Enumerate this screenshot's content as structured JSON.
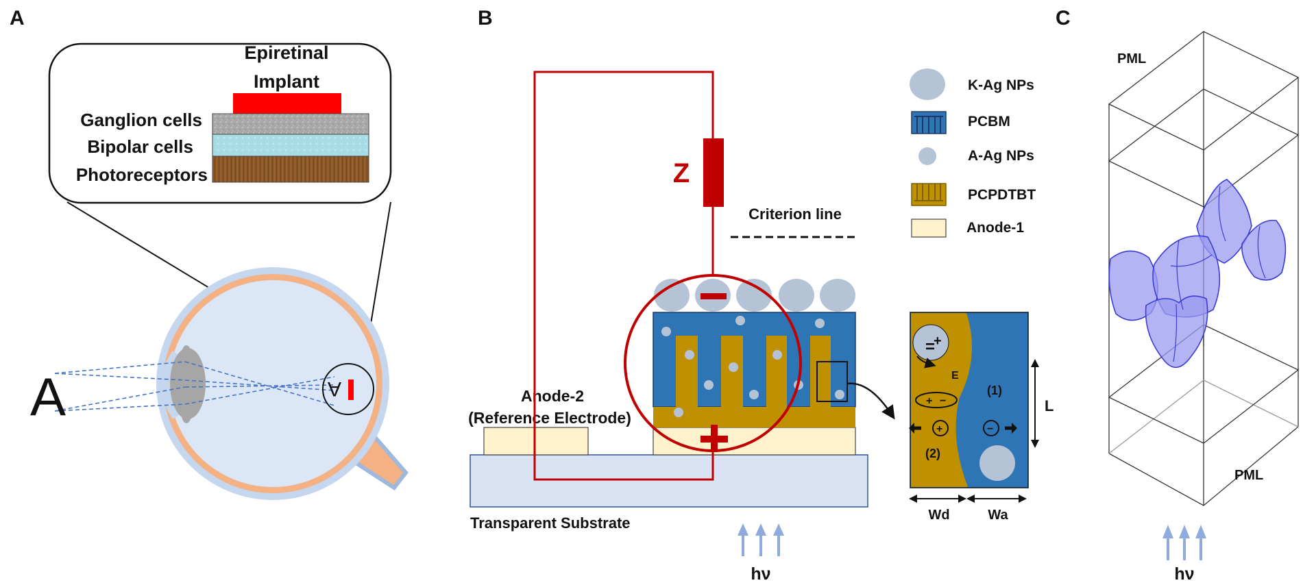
{
  "panels": {
    "a": {
      "letter": "A"
    },
    "b": {
      "letter": "B"
    },
    "c": {
      "letter": "C"
    }
  },
  "panel_a": {
    "implant_label_line1": "Epiretinal",
    "implant_label_line2": "Implant",
    "layers": [
      "Ganglion cells",
      "Bipolar cells",
      "Photoreceptors"
    ],
    "object_letter": "A",
    "colors": {
      "implant": "#ff0000",
      "ganglion": "#a9a9a9",
      "bipolar": "#a8dde8",
      "photoreceptors": "#8b5a2b"
    }
  },
  "panel_b": {
    "impedance_label": "Z",
    "criterion_line": "Criterion line",
    "anode2_line1": "Anode-2",
    "anode2_line2": "(Reference Electrode)",
    "substrate_label": "Transparent Substrate",
    "light_label": "hν",
    "minus_sign": "−",
    "plus_sign": "+",
    "legend": [
      {
        "label": "K-Ag NPs",
        "icon": "large-grey-circle"
      },
      {
        "label": "PCBM",
        "icon": "blue-comb"
      },
      {
        "label": "A-Ag NPs",
        "icon": "small-grey-circle"
      },
      {
        "label": "PCPDTBT",
        "icon": "gold-comb"
      },
      {
        "label": "Anode-1",
        "icon": "cream-rectangle"
      }
    ],
    "inset": {
      "field_label": "E",
      "region_1": "(1)",
      "region_2": "(2)",
      "dim_l": "L",
      "dim_wd": "Wd",
      "dim_wa": "Wa"
    },
    "colors": {
      "circuit": "#c00000",
      "pcbm": "#2e75b6",
      "pcpdtbt": "#bf9000",
      "anode": "#fff2cc",
      "substrate": "#dae3f3",
      "nps": "#b4c3d6"
    }
  },
  "panel_c": {
    "pml_top": "PML",
    "pml_bottom": "PML",
    "light_label": "hν",
    "colors": {
      "particles": "#9b9bf0"
    }
  }
}
